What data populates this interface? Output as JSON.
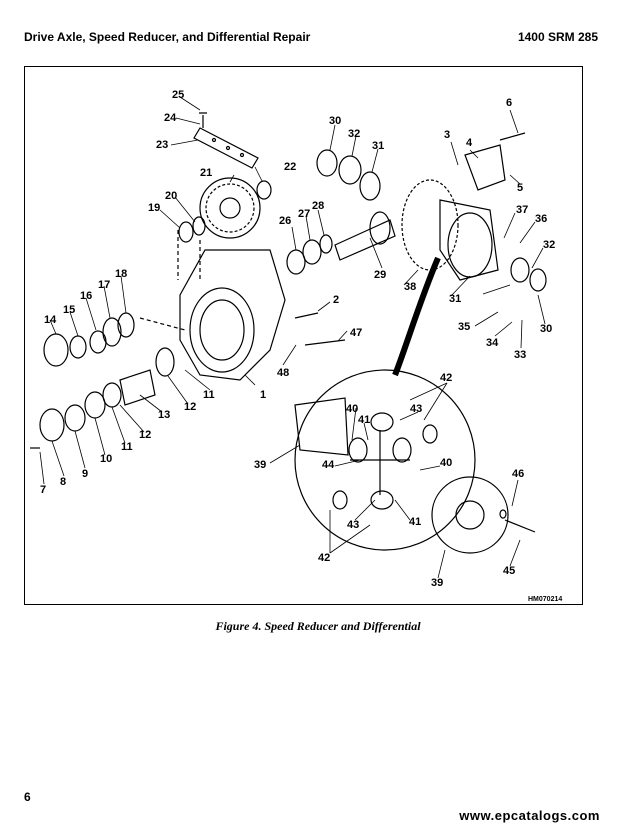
{
  "header": {
    "title": "Drive Axle, Speed Reducer, and Differential Repair",
    "doc_code": "1400 SRM 285"
  },
  "figure": {
    "ref_code": "HM070214",
    "caption": "Figure 4.  Speed Reducer and Differential",
    "callouts": [
      "1",
      "2",
      "3",
      "4",
      "5",
      "6",
      "7",
      "8",
      "9",
      "10",
      "11",
      "11",
      "12",
      "12",
      "13",
      "14",
      "15",
      "16",
      "17",
      "18",
      "19",
      "20",
      "21",
      "22",
      "23",
      "24",
      "25",
      "26",
      "27",
      "28",
      "29",
      "30",
      "30",
      "31",
      "31",
      "32",
      "32",
      "33",
      "34",
      "35",
      "36",
      "37",
      "38",
      "39",
      "39",
      "40",
      "40",
      "41",
      "41",
      "42",
      "42",
      "43",
      "43",
      "44",
      "45",
      "46",
      "47",
      "48"
    ]
  },
  "footer": {
    "page_number": "6",
    "watermark": "www.epcatalogs.com"
  }
}
